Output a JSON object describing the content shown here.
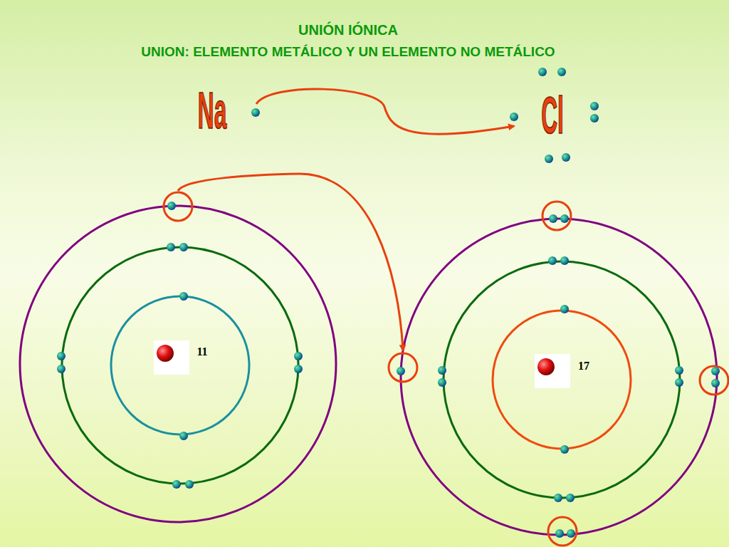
{
  "diagram": {
    "title": "UNIÓN IÓNICA",
    "labels": [
      "UNION: ELEMENTO METÁLICO Y UN ELEMENTO NO METÁLICO",
      "Na",
      "Cl",
      "11",
      "17"
    ]
  }
}
